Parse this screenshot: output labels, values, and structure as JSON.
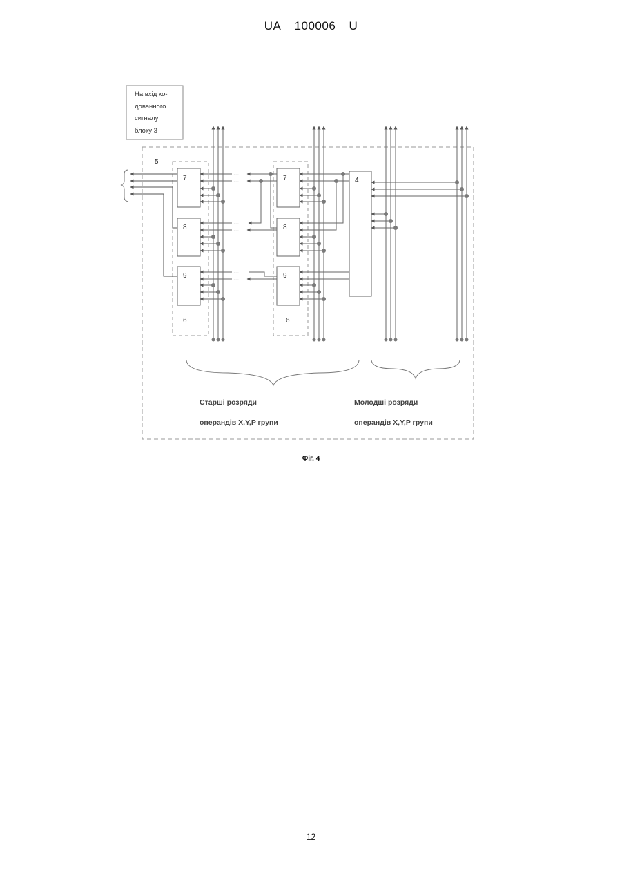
{
  "header": {
    "prefix": "UA",
    "number": "100006",
    "suffix": "U"
  },
  "figure": {
    "input_note": [
      "На вхід ко-",
      "дованного",
      "сигналу",
      "блоку 3"
    ],
    "labels": {
      "outer_block": "5",
      "group_block": "6",
      "block_7": "7",
      "block_8": "8",
      "block_9": "9",
      "block_4": "4",
      "ellipsis": "..."
    },
    "group_upper": [
      "Старші розряди",
      "операндів X,Y,P групи"
    ],
    "group_lower": [
      "Молодші розряди",
      "операндів X,Y,P групи"
    ],
    "caption": "Фіг. 4"
  },
  "page_number": "12"
}
